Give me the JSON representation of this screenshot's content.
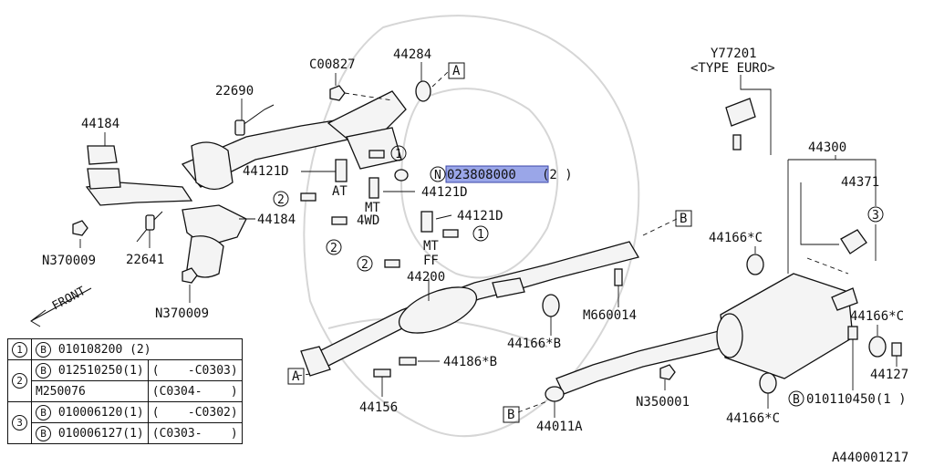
{
  "labels": {
    "p22690": "22690",
    "p44184a": "44184",
    "p44184b": "44184",
    "pN370009a": "N370009",
    "pN370009b": "N370009",
    "p22641": "22641",
    "pC00827": "C00827",
    "p44284": "44284",
    "p44121D_a": "44121D",
    "p44121D_b": "44121D",
    "p44121D_c": "44121D",
    "at": "AT",
    "mt": "MT",
    "wd4": "4WD",
    "mt2": "MT",
    "ff": "FF",
    "highlight_code": "023808000",
    "highlight_qty": "(2 )",
    "p44200": "44200",
    "p44186B": "44186*B",
    "p44156": "44156",
    "p44166B": "44166*B",
    "pM660014": "M660014",
    "p44166C_a": "44166*C",
    "p44166C_b": "44166*C",
    "p44166C_c": "44166*C",
    "p44300": "44300",
    "p44371": "44371",
    "p44127": "44127",
    "pY77201": "Y77201",
    "type_euro": "<TYPE EURO>",
    "pN350001": "N350001",
    "p44011A": "44011A",
    "b010110450": "010110450(1 )",
    "front": "FRONT",
    "diagram_id": "A440001217",
    "ref_a": "A",
    "ref_b": "B",
    "num_1": "1",
    "num_2": "2",
    "num_3": "3",
    "n_mark": "N",
    "b_mark": "B"
  },
  "legend": {
    "r1_num": "1",
    "r1_part": "010108200 (2)",
    "r2_num": "2",
    "r2_part1": "012510250(1)",
    "r2_range1": "(    -C0303)",
    "r2_part2": "M250076",
    "r2_range2": "(C0304-    )",
    "r3_num": "3",
    "r3_part1": "010006120(1)",
    "r3_range1": "(    -C0302)",
    "r3_part2": "010006127(1)",
    "r3_range2": "(C0303-    )"
  },
  "colors": {
    "highlight": "#9aa6e8",
    "line": "#111111",
    "watermark": "#d6d6d6"
  }
}
